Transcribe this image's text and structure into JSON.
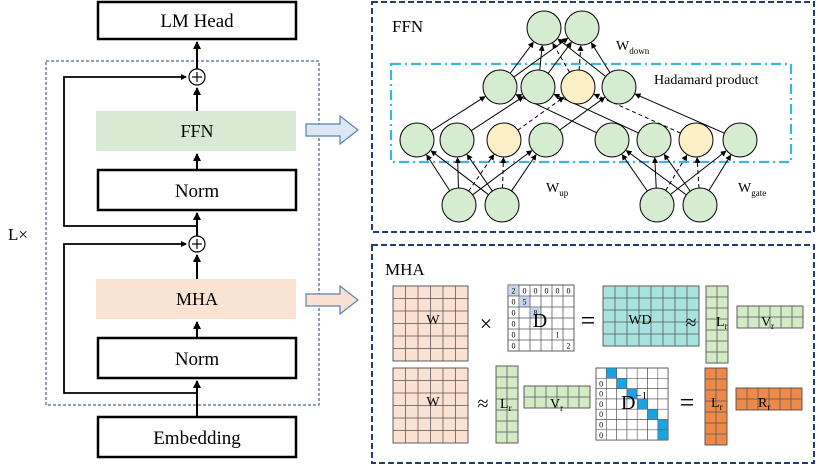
{
  "colors": {
    "ffn_fill": "#d8ead3",
    "mha_fill": "#fbe3d3",
    "node_green": "#d6ecd1",
    "node_yellow": "#fbefc7",
    "border_blue": "#1f3f73",
    "cyan_dash": "#3cb6e0",
    "salmon": "#fbe1d2",
    "teal": "#a9e3df",
    "lgreen": "#d2ebc4",
    "orange": "#ed8a4a",
    "cyan_cell": "#1aa3de",
    "light_blue_cell": "#c6d6ee",
    "arrow_fill": "#dde7f4"
  },
  "left": {
    "lm_head": "LM Head",
    "ffn": "FFN",
    "norm": "Norm",
    "mha": "MHA",
    "embedding": "Embedding",
    "repeat": "L×",
    "plus": "+"
  },
  "ffn_panel": {
    "title": "FFN",
    "hadamard": "Hadamard product",
    "w_down": "W",
    "w_down_sub": "down",
    "w_up": "W",
    "w_up_sub": "up",
    "w_gate": "W",
    "w_gate_sub": "gate"
  },
  "mha_panel": {
    "title": "MHA",
    "row1": {
      "w": "W",
      "times": "×",
      "d": "D",
      "eq": "=",
      "wd": "WD",
      "approx": "≈",
      "lr": "L",
      "lr_sub": "r",
      "vr": "V",
      "vr_sub": "r"
    },
    "row2": {
      "w": "W",
      "approx": "≈",
      "lr": "L",
      "lr_sub": "r",
      "vr": "V",
      "vr_sub": "r",
      "d": "D",
      "d_sup": "−1",
      "eq": "=",
      "lr2": "L",
      "lr2_sub": "r",
      "rr": "R",
      "rr_sub": "r"
    },
    "d_matrix": [
      [
        "2",
        "0",
        "0",
        "0",
        "0",
        "0"
      ],
      [
        "0",
        "5",
        "",
        "",
        "",
        ""
      ],
      [
        "0",
        "",
        "8",
        "",
        "",
        ""
      ],
      [
        "0",
        "",
        "",
        "",
        "",
        ""
      ],
      [
        "0",
        "",
        "",
        "",
        "1",
        ""
      ],
      [
        "0",
        "",
        "",
        "",
        "",
        "2"
      ]
    ],
    "dinv_zeros": [
      "0",
      "0",
      "0",
      "0",
      "0",
      "0"
    ]
  }
}
